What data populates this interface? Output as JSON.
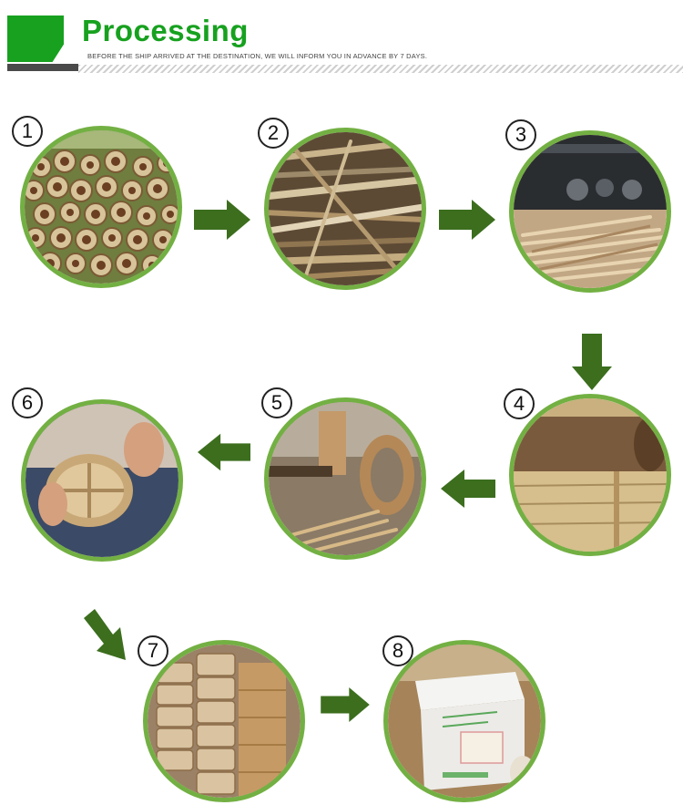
{
  "header": {
    "title": "Processing",
    "subtitle": "BEFORE THE SHIP ARRIVED AT THE DESTINATION, WE WILL INFORM YOU IN ADVANCE BY 7 DAYS."
  },
  "colors": {
    "brand_green": "#17a11f",
    "ring_green": "#73b043",
    "arrow_green": "#3c6e1e"
  },
  "steps": [
    {
      "number": "1",
      "photo": "bamboo-logs-photo"
    },
    {
      "number": "2",
      "photo": "split-bamboo-photo"
    },
    {
      "number": "3",
      "photo": "slicing-machine-photo"
    },
    {
      "number": "4",
      "photo": "bamboo-sheet-rolling-photo"
    },
    {
      "number": "5",
      "photo": "steamer-ring-forming-photo"
    },
    {
      "number": "6",
      "photo": "steamer-hand-assembly-photo"
    },
    {
      "number": "7",
      "photo": "stacked-steamers-photo"
    },
    {
      "number": "8",
      "photo": "carton-packing-photo"
    }
  ],
  "arrows": [
    "arrow-right-icon",
    "arrow-down-icon",
    "arrow-left-icon",
    "arrow-down-right-icon"
  ]
}
